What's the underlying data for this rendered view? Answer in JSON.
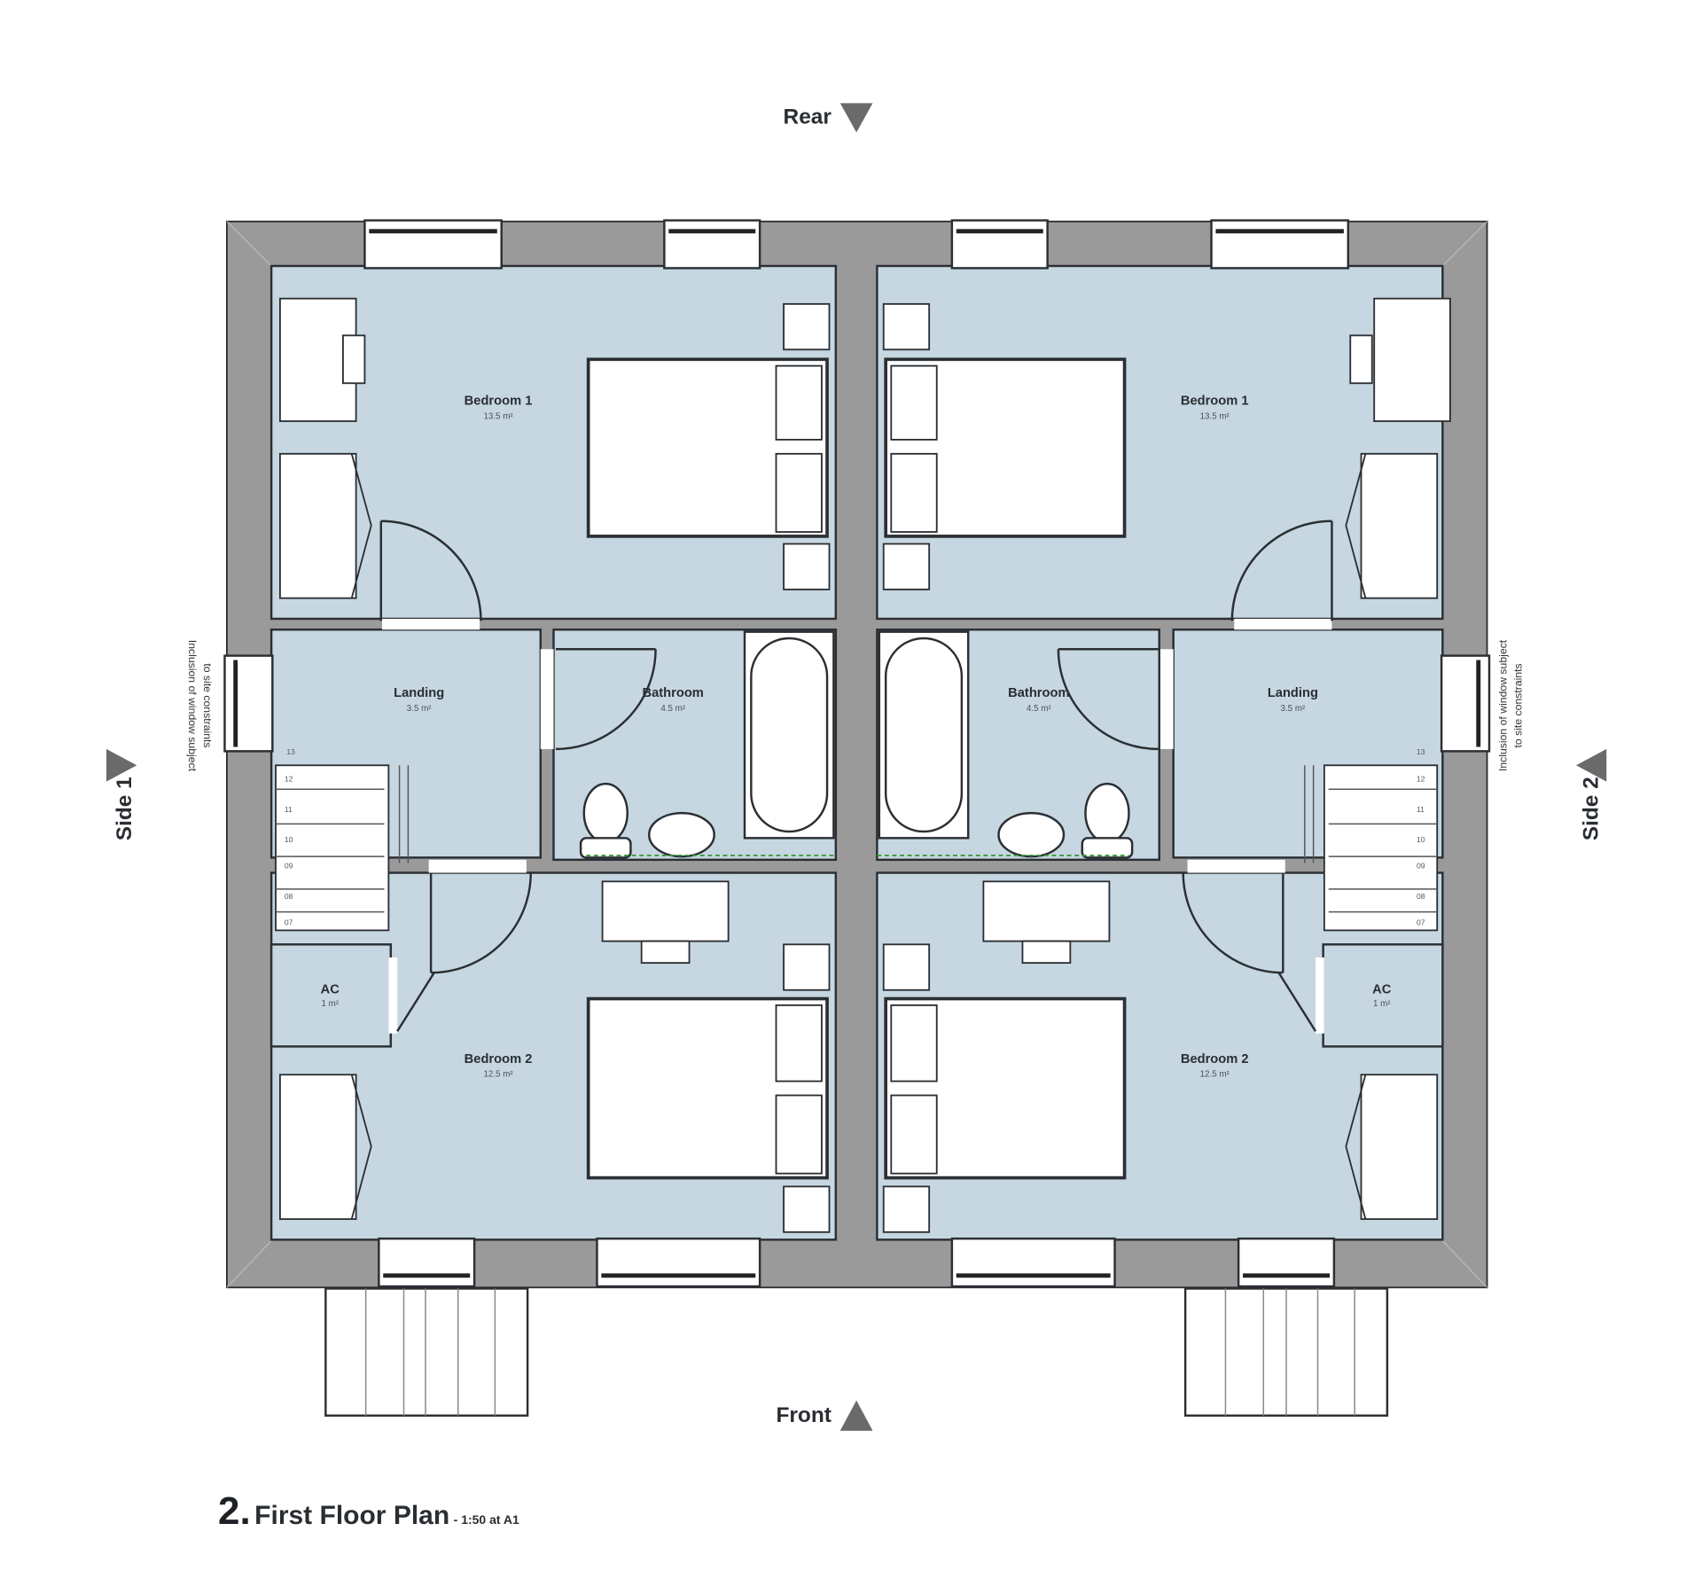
{
  "orientation": {
    "top": "Rear",
    "bottom": "Front",
    "left": "Side 1",
    "right": "Side 2"
  },
  "side_note": {
    "line1": "Inclusion of window subject",
    "line2": "to site constraints"
  },
  "units": [
    {
      "name": "left-unit",
      "rooms": [
        {
          "label": "Bedroom 1",
          "area": "13.5 m²"
        },
        {
          "label": "Landing",
          "area": "3.5 m²"
        },
        {
          "label": "Bathroom",
          "area": "4.5 m²"
        },
        {
          "label": "AC",
          "area": "1 m²"
        },
        {
          "label": "Bedroom 2",
          "area": "12.5 m²"
        }
      ],
      "stair_numbers": [
        "13",
        "12",
        "11",
        "10",
        "09",
        "08",
        "07"
      ]
    },
    {
      "name": "right-unit",
      "rooms": [
        {
          "label": "Bedroom 1",
          "area": "13.5 m²"
        },
        {
          "label": "Landing",
          "area": "3.5 m²"
        },
        {
          "label": "Bathroom",
          "area": "4.5 m²"
        },
        {
          "label": "AC",
          "area": "1 m²"
        },
        {
          "label": "Bedroom 2",
          "area": "12.5 m²"
        }
      ],
      "stair_numbers": [
        "13",
        "12",
        "11",
        "10",
        "09",
        "08",
        "07"
      ]
    }
  ],
  "title": {
    "number": "2.",
    "text": "First Floor Plan",
    "scale": " - 1:50 at A1"
  },
  "colors": {
    "wall": "#9a9a9a",
    "room_fill": "#c6d7e2",
    "line": "#2b2f33",
    "furniture": "#ffffff",
    "drain": "#3a9a3a"
  }
}
